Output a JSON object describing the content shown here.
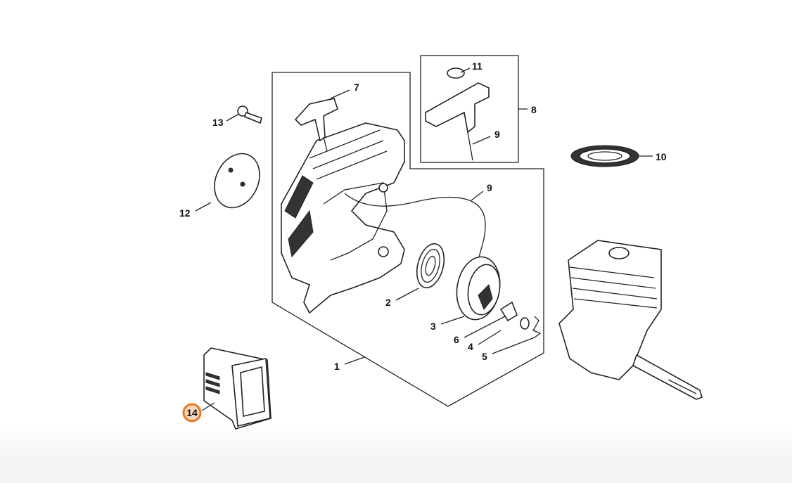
{
  "diagram": {
    "highlight_color": "#e87722",
    "highlight_fill": "#f9d9bf",
    "callouts": [
      {
        "id": "c1",
        "label": "1"
      },
      {
        "id": "c2",
        "label": "2"
      },
      {
        "id": "c3",
        "label": "3"
      },
      {
        "id": "c4",
        "label": "4"
      },
      {
        "id": "c5",
        "label": "5"
      },
      {
        "id": "c6",
        "label": "6"
      },
      {
        "id": "c7",
        "label": "7"
      },
      {
        "id": "c8",
        "label": "8"
      },
      {
        "id": "c9a",
        "label": "9"
      },
      {
        "id": "c9b",
        "label": "9"
      },
      {
        "id": "c10",
        "label": "10"
      },
      {
        "id": "c11",
        "label": "11"
      },
      {
        "id": "c12",
        "label": "12"
      },
      {
        "id": "c13",
        "label": "13"
      },
      {
        "id": "c14",
        "label": "14",
        "highlighted": true
      }
    ]
  }
}
